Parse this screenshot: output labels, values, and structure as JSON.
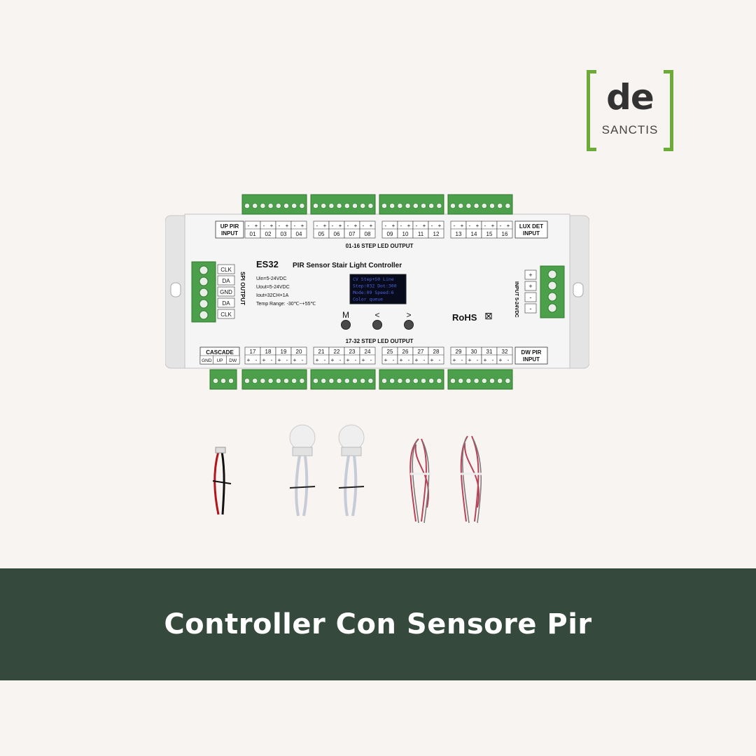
{
  "brand": {
    "logo_main": "de",
    "logo_sub": "SANCTIS",
    "accent": "#6dab38"
  },
  "device": {
    "model": "ES32",
    "name": "PIR Sensor Stair Light Controller",
    "specs": [
      "Uin=5-24VDC",
      "Uout=5-24VDC",
      "Iout=32CH×1A",
      "Temp Range: -30℃~+55℃"
    ],
    "top_output_label": "01-16 STEP LED OUTPUT",
    "bottom_output_label": "17-32 STEP LED OUTPUT",
    "up_pir": "UP PIR INPUT",
    "lux_det": "LUX DET INPUT",
    "dw_pir": "DW PIR INPUT",
    "cascade": "CASCADE",
    "cascade_pins": [
      "GND",
      "UP",
      "DW"
    ],
    "spi_label": "SPI OUTPUT",
    "spi_pins": [
      "CLK",
      "DA",
      "GND",
      "DA",
      "CLK"
    ],
    "input_label": "INPUT 5-24VDC",
    "input_pins": [
      "+",
      "+",
      "-",
      "-"
    ],
    "top_channels": [
      "01",
      "02",
      "03",
      "04",
      "05",
      "06",
      "07",
      "08",
      "09",
      "10",
      "11",
      "12",
      "13",
      "14",
      "15",
      "16"
    ],
    "bottom_channels": [
      "17",
      "18",
      "19",
      "20",
      "21",
      "22",
      "23",
      "24",
      "25",
      "26",
      "27",
      "28",
      "29",
      "30",
      "31",
      "32"
    ],
    "screen_lines": [
      "CV Step+S0 Line",
      "Step:032 Dot:300",
      "Mode:09  Speed:6",
      "Color queue"
    ],
    "buttons": [
      "M",
      "<",
      ">"
    ],
    "rohs": "RoHS"
  },
  "caption": "Controller Con Sensore Pir",
  "colors": {
    "banner": "#36493d",
    "background": "#f8f4f1",
    "terminal": "#4da04b"
  }
}
